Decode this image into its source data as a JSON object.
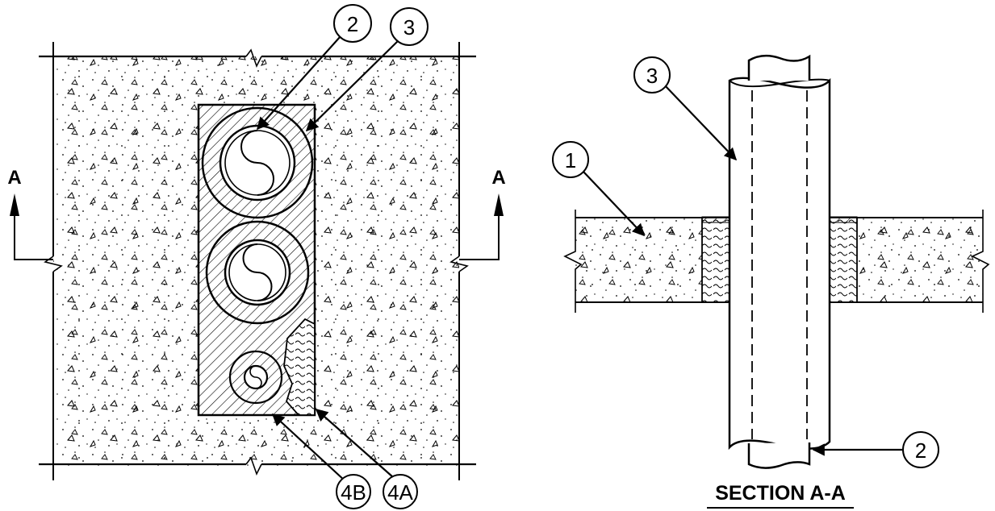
{
  "plan_view": {
    "section_marker_left": "A",
    "section_marker_right": "A",
    "callouts": [
      "2",
      "3",
      "4B",
      "4A"
    ]
  },
  "section_view": {
    "title": "SECTION A-A",
    "callouts": [
      "3",
      "1",
      "2"
    ]
  }
}
